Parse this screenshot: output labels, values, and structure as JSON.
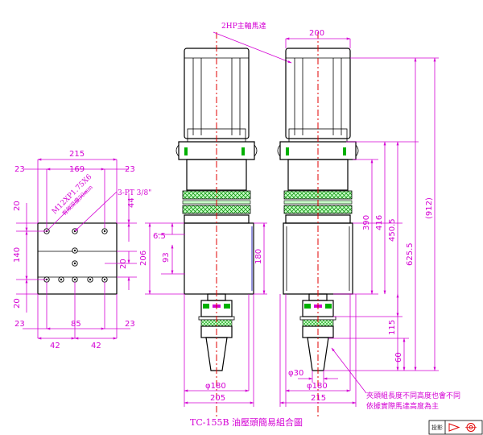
{
  "title": "TC-155B  油壓頭簡易組合圖",
  "notes": {
    "motor": "2HP主軸馬達",
    "tap": "M12XP1.75X6",
    "tap_depth": "有效深度30mm",
    "port": "3-PT 3/8\"",
    "footnote_1": "夾頭組長度不同高度也會不同",
    "footnote_2": "依據實際馬達高度為主"
  },
  "dims": {
    "top_width": "215",
    "top_inner": "169",
    "top_left_23": "23",
    "top_right_23": "23",
    "bot_23_left": "23",
    "bot_85": "85",
    "bot_23_right": "23",
    "bot_42_left": "42",
    "bot_42_right": "42",
    "left_20_top": "20",
    "left_140": "140",
    "left_20_bot": "20",
    "right_44": "44",
    "right_20": "20",
    "mid_6_5": "6.5",
    "mid_93": "93",
    "mid_206": "206",
    "mid_180": "180",
    "phi180_left": "φ180",
    "w205": "205",
    "w200": "200",
    "h390": "390",
    "h416": "416",
    "h450_5": "450.5",
    "h625_5": "625.5",
    "h912": "(912)",
    "h115": "115",
    "h60": "60",
    "phi30": "φ30",
    "phi180_right": "φ180",
    "w215": "215"
  },
  "title_block": {
    "label": "投影"
  }
}
